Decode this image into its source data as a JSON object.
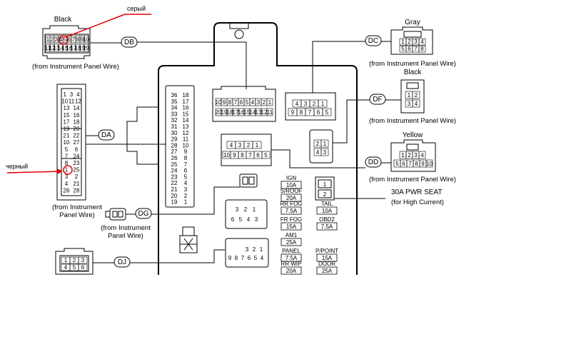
{
  "annotations": {
    "top": "серый",
    "left": "черный",
    "color": "#e00000"
  },
  "connectors": {
    "DB": {
      "tag": "DB",
      "color": "Black",
      "caption": "(from Instrument Panel Wire)",
      "row1": [
        "1",
        "2",
        "3",
        "4",
        "5",
        "6",
        "7",
        "8",
        "9",
        "10"
      ],
      "row2": [
        "11",
        "12",
        "13",
        "14",
        "15",
        "16",
        "17",
        "18",
        "19",
        "20"
      ]
    },
    "DC": {
      "tag": "DC",
      "color": "Gray",
      "caption": "(from Instrument Panel Wire)",
      "row1": [
        "1",
        "2",
        "3",
        "4"
      ],
      "row2": [
        "5",
        "6",
        "7",
        "8"
      ]
    },
    "DF": {
      "tag": "DF",
      "color": "Black",
      "caption": "(from Instrument Panel Wire)",
      "row1": [
        "1",
        "2"
      ],
      "row2": [
        "3",
        "4"
      ]
    },
    "DD": {
      "tag": "DD",
      "color": "Yellow",
      "caption": "(from Instrument Panel Wire)",
      "row1": [
        "1",
        "2",
        "3",
        "4"
      ],
      "row2": [
        "5",
        "6",
        "7",
        "8",
        "9",
        "10"
      ]
    },
    "DA": {
      "tag": "DA",
      "caption1": "(from Instrument",
      "caption2": "Panel Wire)",
      "pins": [
        [
          "1",
          "3",
          "4"
        ],
        [
          "10",
          "11",
          "12"
        ],
        [
          "13",
          "14"
        ],
        [
          "15",
          "16"
        ],
        [
          "17",
          "18"
        ],
        [
          "19",
          "20"
        ],
        [
          "21",
          "22"
        ],
        [
          "10",
          "27"
        ],
        [
          "5",
          "6"
        ],
        [
          "7",
          "24"
        ],
        [
          "8",
          "23"
        ],
        [
          "1",
          "25"
        ],
        [
          "3",
          "2"
        ],
        [
          "4",
          "21"
        ],
        [
          "26",
          "28"
        ]
      ]
    },
    "DG": {
      "tag": "DG",
      "caption1": "(from Instrument",
      "caption2": "Panel Wire)"
    },
    "DJ": {
      "tag": "DJ",
      "pins": [
        "1",
        "2",
        "3",
        "4",
        "5",
        "6"
      ]
    }
  },
  "block": {
    "c_top_row1": [
      "10",
      "9",
      "8",
      "7",
      "6",
      "5",
      "4",
      "3",
      "2",
      "1"
    ],
    "c_top_row2": [
      "20",
      "19",
      "18",
      "17",
      "16",
      "15",
      "14",
      "13",
      "12",
      "11"
    ],
    "c_mid_row1": [
      "4",
      "3",
      "2",
      "1"
    ],
    "c_mid_row2": [
      "9",
      "8",
      "7",
      "6",
      "5"
    ],
    "c_dd_row1": [
      "4",
      "3",
      "2",
      "1"
    ],
    "c_dd_row2": [
      "10",
      "9",
      "8",
      "7",
      "6",
      "5"
    ],
    "c_df_pins": [
      "2",
      "1",
      "4",
      "3"
    ],
    "c_lower1": [
      "3",
      "2",
      "1",
      "6",
      "5",
      "4",
      "3"
    ],
    "c_lower2_row1": [
      "3",
      "2",
      "1"
    ],
    "c_lower2_row2": [
      "9",
      "8",
      "7",
      "6",
      "5",
      "4"
    ],
    "col_left": [
      "36",
      "35",
      "34",
      "33",
      "32",
      "31",
      "30",
      "29",
      "28",
      "27",
      "26",
      "25",
      "24",
      "23",
      "22",
      "21",
      "20",
      "19"
    ],
    "col_right": [
      "18",
      "17",
      "16",
      "15",
      "14",
      "13",
      "12",
      "11",
      "10",
      "9",
      "8",
      "7",
      "6",
      "5",
      "4",
      "3",
      "2",
      "1"
    ],
    "relay_pins": [
      "1",
      "2"
    ],
    "pwr_seat": "30A PWR SEAT",
    "pwr_seat_sub": "(for High Current)"
  },
  "fuses": [
    {
      "name": "IGN",
      "amp": "10A"
    },
    {
      "name": "S/ROOF",
      "amp": "20A"
    },
    {
      "name": "RR FOG",
      "amp": "7.5A"
    },
    {
      "name": "FR FOG",
      "amp": "15A"
    },
    {
      "name": "AM1",
      "amp": "25A"
    },
    {
      "name": "PANEL",
      "amp": "7.5A"
    },
    {
      "name": "RR WIP",
      "amp": "20A"
    },
    {
      "name": "TAIL",
      "amp": "10A"
    },
    {
      "name": "OBD2",
      "amp": "7.5A"
    },
    {
      "name": "P/POINT",
      "amp": "15A"
    },
    {
      "name": "DOOR",
      "amp": "25A"
    }
  ]
}
